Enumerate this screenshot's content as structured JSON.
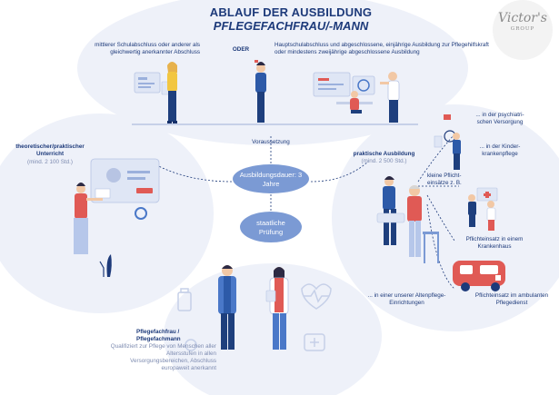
{
  "title": {
    "line1": "ABLAUF DER AUSBILDUNG",
    "line2": "PFLEGEFACHFRAU/-MANN"
  },
  "logo": {
    "name": "Victor's",
    "subtitle": "GROUP"
  },
  "requirements": {
    "left": "mittlerer Schulabschluss oder anderer als gleichwertig anerkannter Abschluss",
    "or": "ODER",
    "right": "Hauptschulabschluss und abgeschlossene, einjährige Ausbildung zur Pflegehilfskraft oder mindestens zweijährige abgeschlossene Ausbildung",
    "label": "Voraussetzung"
  },
  "theory": {
    "label": "theoretischer/praktischer Unterricht",
    "hours": "(mind. 2 100 Std.)"
  },
  "duration": {
    "label": "Ausbildungsdauer: 3 Jahre"
  },
  "exam": {
    "label": "staatliche Prüfung"
  },
  "practical": {
    "label": "praktische Ausbildung",
    "hours": "(mind. 2 500 Std.)",
    "small_assignments": "kleine Pflicht-einsätze z. B.",
    "psych": "... in der psychiatri-schen Versorgung",
    "kids": "... in der Kinder-krankenpflege",
    "hospital": "Pflichteinsatz in einem Krankenhaus",
    "ambulant": "Pflichteinsatz im ambulanten Pflegedienst",
    "elderly": "... in einer unserer Altenpflege-Einrichtungen"
  },
  "result": {
    "title": "Pflegefachfrau / Pflegefachmann",
    "description": "Qualifiziert zur Pflege von Menschen aller Altersstufen in allen Versorgungsbereichen, Abschluss europaweit anerkannt"
  },
  "colors": {
    "navy": "#1d3a7a",
    "accent_blue": "#4a78c8",
    "bubble": "#e9edf7",
    "ellipse": "#7b9ad4",
    "coral": "#e05a55"
  }
}
